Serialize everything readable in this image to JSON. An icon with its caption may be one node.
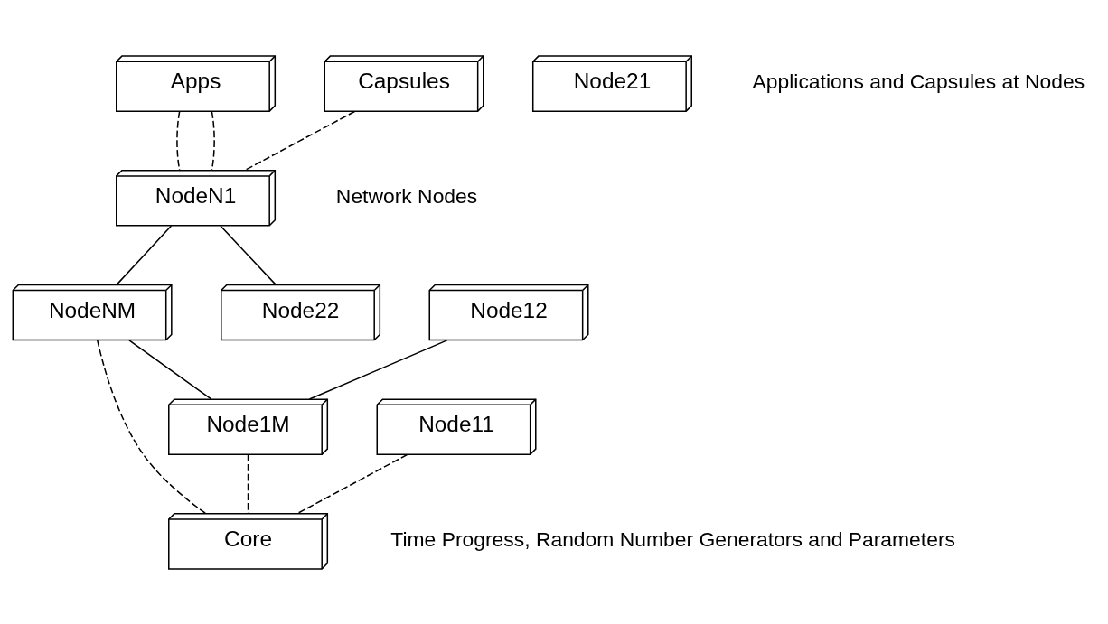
{
  "diagram": {
    "nodes": [
      {
        "text": [
          "Apps"
        ]
      },
      {
        "text": [
          "Capsules"
        ]
      },
      {
        "text": [
          "NodeN1"
        ]
      },
      {
        "text": [
          "NodeNM"
        ]
      },
      {
        "text": [
          "Node21"
        ]
      },
      {
        "text": [
          "Node22"
        ]
      },
      {
        "text": [
          "Node11"
        ]
      },
      {
        "text": [
          "Node12"
        ]
      },
      {
        "text": [
          "Node1M"
        ]
      },
      {
        "text": [
          "Core"
        ]
      }
    ],
    "edges": [
      {
        "from": 1,
        "to": 2,
        "arrow": "none",
        "style": "dashed"
      },
      {
        "from": 0,
        "to": 2,
        "arrow": "none",
        "style": "dashed"
      },
      {
        "from": 0,
        "to": 2,
        "arrow": "none",
        "style": "dashed"
      },
      {
        "from": 2,
        "to": 5,
        "arrow": "none"
      },
      {
        "from": 2,
        "to": 3,
        "arrow": "none"
      },
      {
        "from": 3,
        "to": 8,
        "arrow": "none"
      },
      {
        "from": 7,
        "to": 8,
        "arrow": "none"
      },
      {
        "from": 6,
        "to": 9,
        "arrow": "none",
        "style": "dashed"
      },
      {
        "from": 8,
        "to": 9,
        "arrow": "none",
        "style": "dashed"
      },
      {
        "from": 3,
        "to": 9,
        "arrow": "none",
        "style": "dashed"
      }
    ],
    "labels": [
      "Applications and Capsules at Nodes",
      "Network Nodes",
      "Time Progress, Random Number Generators and Parameters"
    ]
  }
}
